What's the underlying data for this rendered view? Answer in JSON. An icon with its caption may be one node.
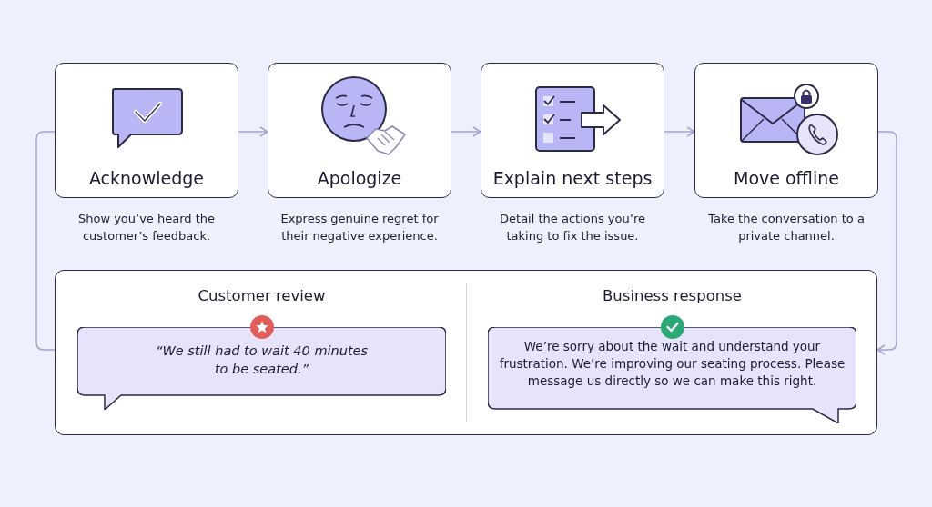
{
  "diagram": {
    "nodes": [
      {
        "text": [
          "Acknowledge"
        ],
        "beside": [
          "Show you’ve heard the customer’s feedback."
        ]
      },
      {
        "text": [
          "Apologize"
        ],
        "beside": [
          "Express genuine regret for their negative experience."
        ]
      },
      {
        "text": [
          "Explain next steps"
        ],
        "beside": [
          "Detail the actions you’re taking to fix the issue."
        ]
      },
      {
        "text": [
          "Move offline"
        ],
        "beside": [
          "Take the conversation to a private channel."
        ]
      },
      {
        "text": [],
        "shape": "box"
      },
      {
        "text": [
          "Customer review",
          "“We still had to wait 40 minutes to be seated.”"
        ],
        "in": 4
      },
      {
        "text": [
          "Business response",
          "We’re sorry about the wait and understand your frustration. We’re improving our seating process. Please message us directly so we can make this right."
        ],
        "in": 4
      }
    ],
    "edges": [
      {
        "from": 0,
        "to": 1,
        "arrow": "to"
      },
      {
        "from": 1,
        "to": 2,
        "arrow": "to"
      },
      {
        "from": 2,
        "to": 3,
        "arrow": "to"
      },
      {
        "from": 3,
        "to": 4,
        "arrow": "to"
      },
      {
        "from": 4,
        "to": 0,
        "arrow": "none"
      }
    ]
  }
}
